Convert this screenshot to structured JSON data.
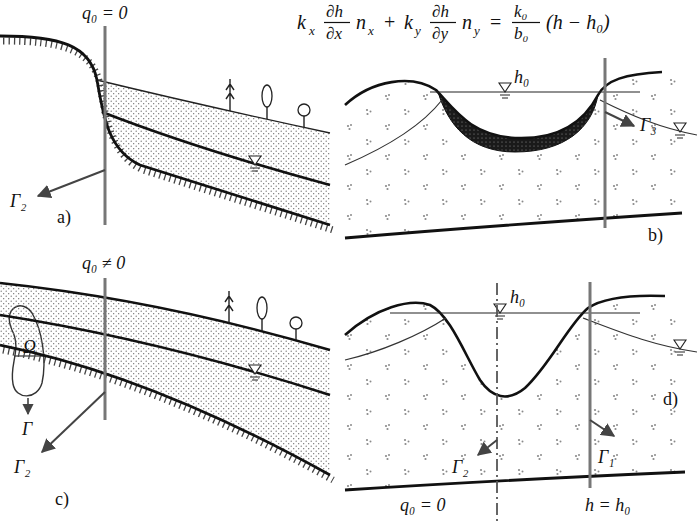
{
  "diagram": {
    "labels": [
      "q₀ = 0",
      "Γ₂",
      "a)",
      "Ω",
      "Γ",
      "q₀ ≠ 0",
      "Γ₂",
      "c)",
      "k",
      "x",
      "∂h",
      "∂x",
      "n",
      "x",
      "+",
      "k",
      "y",
      "∂h",
      "∂y",
      "n",
      "y",
      "=",
      "k₀",
      "b₀",
      "(h − h₀)",
      "h₀",
      "Γ₃",
      "b)",
      "h₀",
      "Γ₂",
      "Γ₁",
      "d)",
      "q₀ = 0",
      "h = h₀"
    ]
  }
}
